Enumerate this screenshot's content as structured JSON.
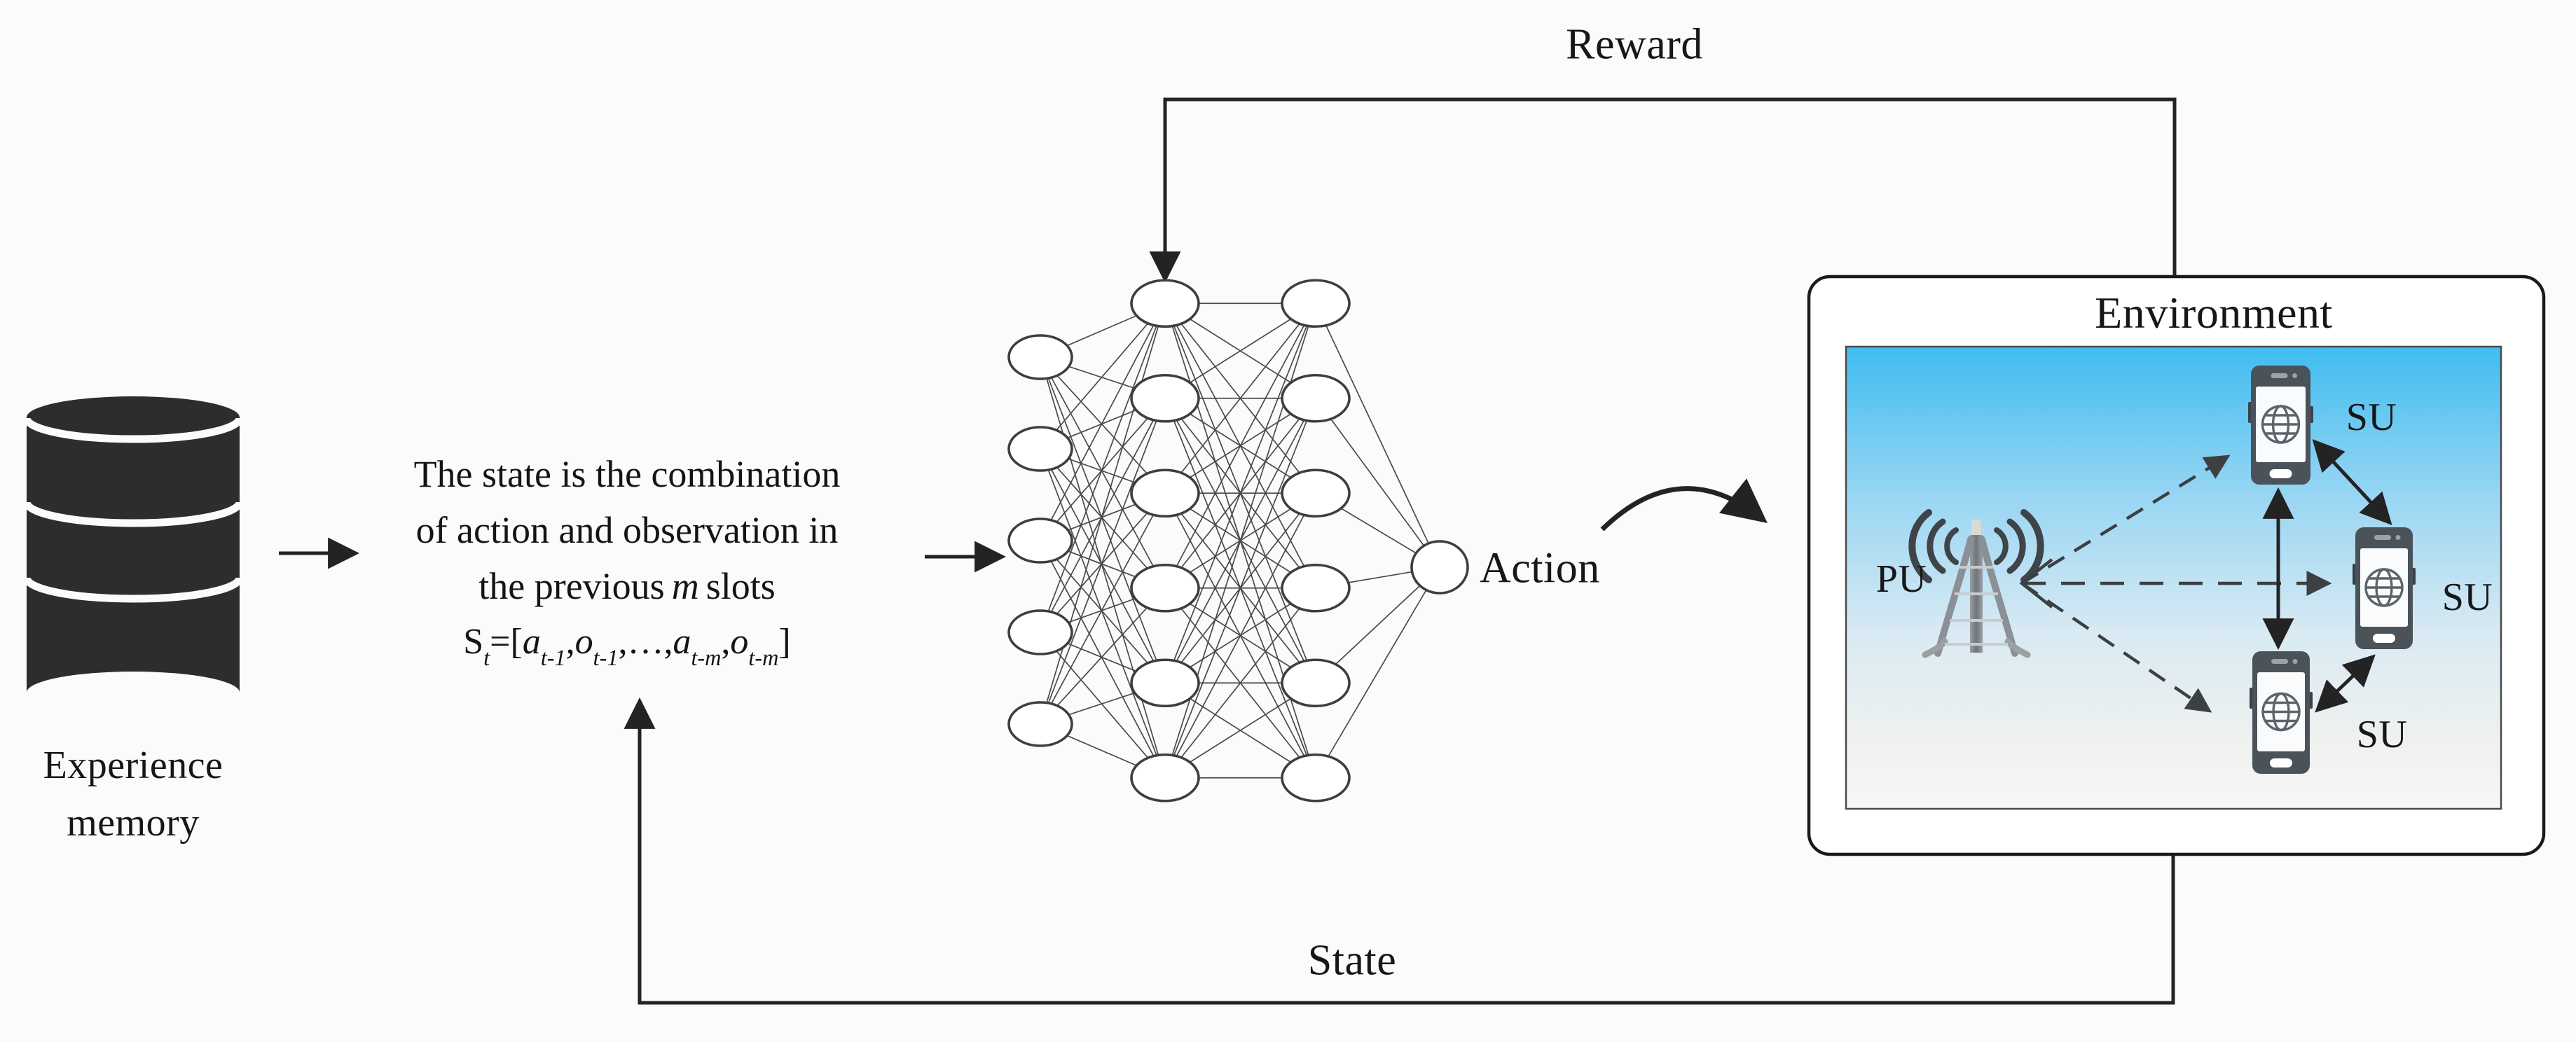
{
  "labels": {
    "reward": "Reward",
    "state": "State",
    "action": "Action",
    "environment": "Environment",
    "pu": "PU",
    "su_top": "SU",
    "su_right": "SU",
    "su_bottom": "SU",
    "experience_line1": "Experience",
    "experience_line2": "memory"
  },
  "state_text": {
    "line1": "The state is the combination",
    "line2": "of action and observation in",
    "line3_before": "the previous",
    "line3_italic": "m",
    "line3_after": "slots",
    "formula": {
      "base": "S",
      "base_sub": "t",
      "eq": "=[",
      "a1": "a",
      "a1_sub": "t-1",
      "comma1": ",",
      "o1": "o",
      "o1_sub": "t-1",
      "mid": ",…,",
      "a2": "a",
      "a2_sub": "t-m",
      "comma2": ",",
      "o2": "o",
      "o2_sub": "t-m",
      "end": "]"
    }
  },
  "network": {
    "layers": [
      5,
      6,
      6,
      1
    ]
  },
  "environment_items": {
    "primary_user": "PU",
    "secondary_users": 3
  },
  "colors": {
    "ink": "#232323",
    "dashed": "#3c4043",
    "node_stroke": "#3e3e3e",
    "db": "#2d2d2d",
    "panel_top": "#3fbcf0",
    "panel_mid": "#bfe2f4",
    "panel_bottom": "#f7f7f5",
    "phone_body": "#4a525a",
    "globe": "#5a646c",
    "tower_dark": "#3f4449",
    "tower_gray": "#8a9095"
  }
}
